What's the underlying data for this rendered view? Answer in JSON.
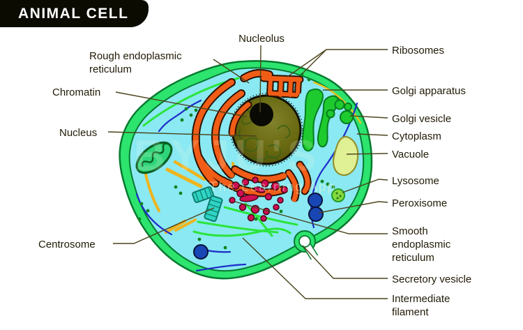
{
  "badge": {
    "title": "ANIMAL CELL"
  },
  "watermark": {
    "brand": "BYJU'S",
    "tagline": "The Learning App"
  },
  "labels": {
    "nucleolus": "Nucleolus",
    "rough_er": "Rough endoplasmic reticulum",
    "chromatin": "Chromatin",
    "nucleus": "Nucleus",
    "centrosome": "Centrosome",
    "ribosomes": "Ribosomes",
    "golgi_apparatus": "Golgi apparatus",
    "golgi_vesicle": "Golgi vesicle",
    "cytoplasm": "Cytoplasm",
    "vacuole": "Vacuole",
    "lysosome": "Lysosome",
    "peroxisome": "Peroxisome",
    "smooth_er": "Smooth endoplasmic reticulum",
    "secretory_vesicle": "Secretory vesicle",
    "intermediate_filament": "Intermediate filament"
  },
  "colors": {
    "membrane_green": "#2ce46e",
    "membrane_edge": "#077a30",
    "cytoplasm_cyan": "#8ae9f2",
    "nucleus_olive": "#6b6b16",
    "nucleolus_black": "#0a0a05",
    "rough_er_orange": "#f15d17",
    "golgi_green": "#1ecb2f",
    "vacuole_khaki": "#dff095",
    "lysosome_green": "#86d93e",
    "peroxisome_blue": "#1846b4",
    "smooth_er_crimson": "#cf1054",
    "centriole_teal": "#2fd3c3",
    "leader_line": "#4a431a",
    "badge_black": "#0b0b02"
  }
}
